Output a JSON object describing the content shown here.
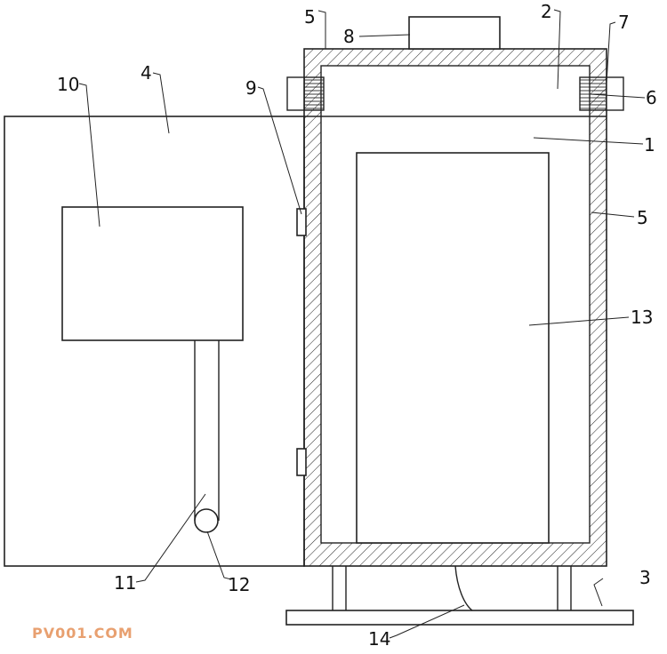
{
  "labels": {
    "l1": "1",
    "l2": "2",
    "l3": "3",
    "l4": "4",
    "l5_top": "5",
    "l5_right": "5",
    "l6": "6",
    "l7": "7",
    "l8": "8",
    "l9": "9",
    "l10": "10",
    "l11": "11",
    "l12": "12",
    "l13": "13",
    "l14": "14"
  },
  "watermark": "PV001.COM",
  "colors": {
    "line": "#222222",
    "watermark": "#e8a070",
    "background": "#ffffff"
  }
}
